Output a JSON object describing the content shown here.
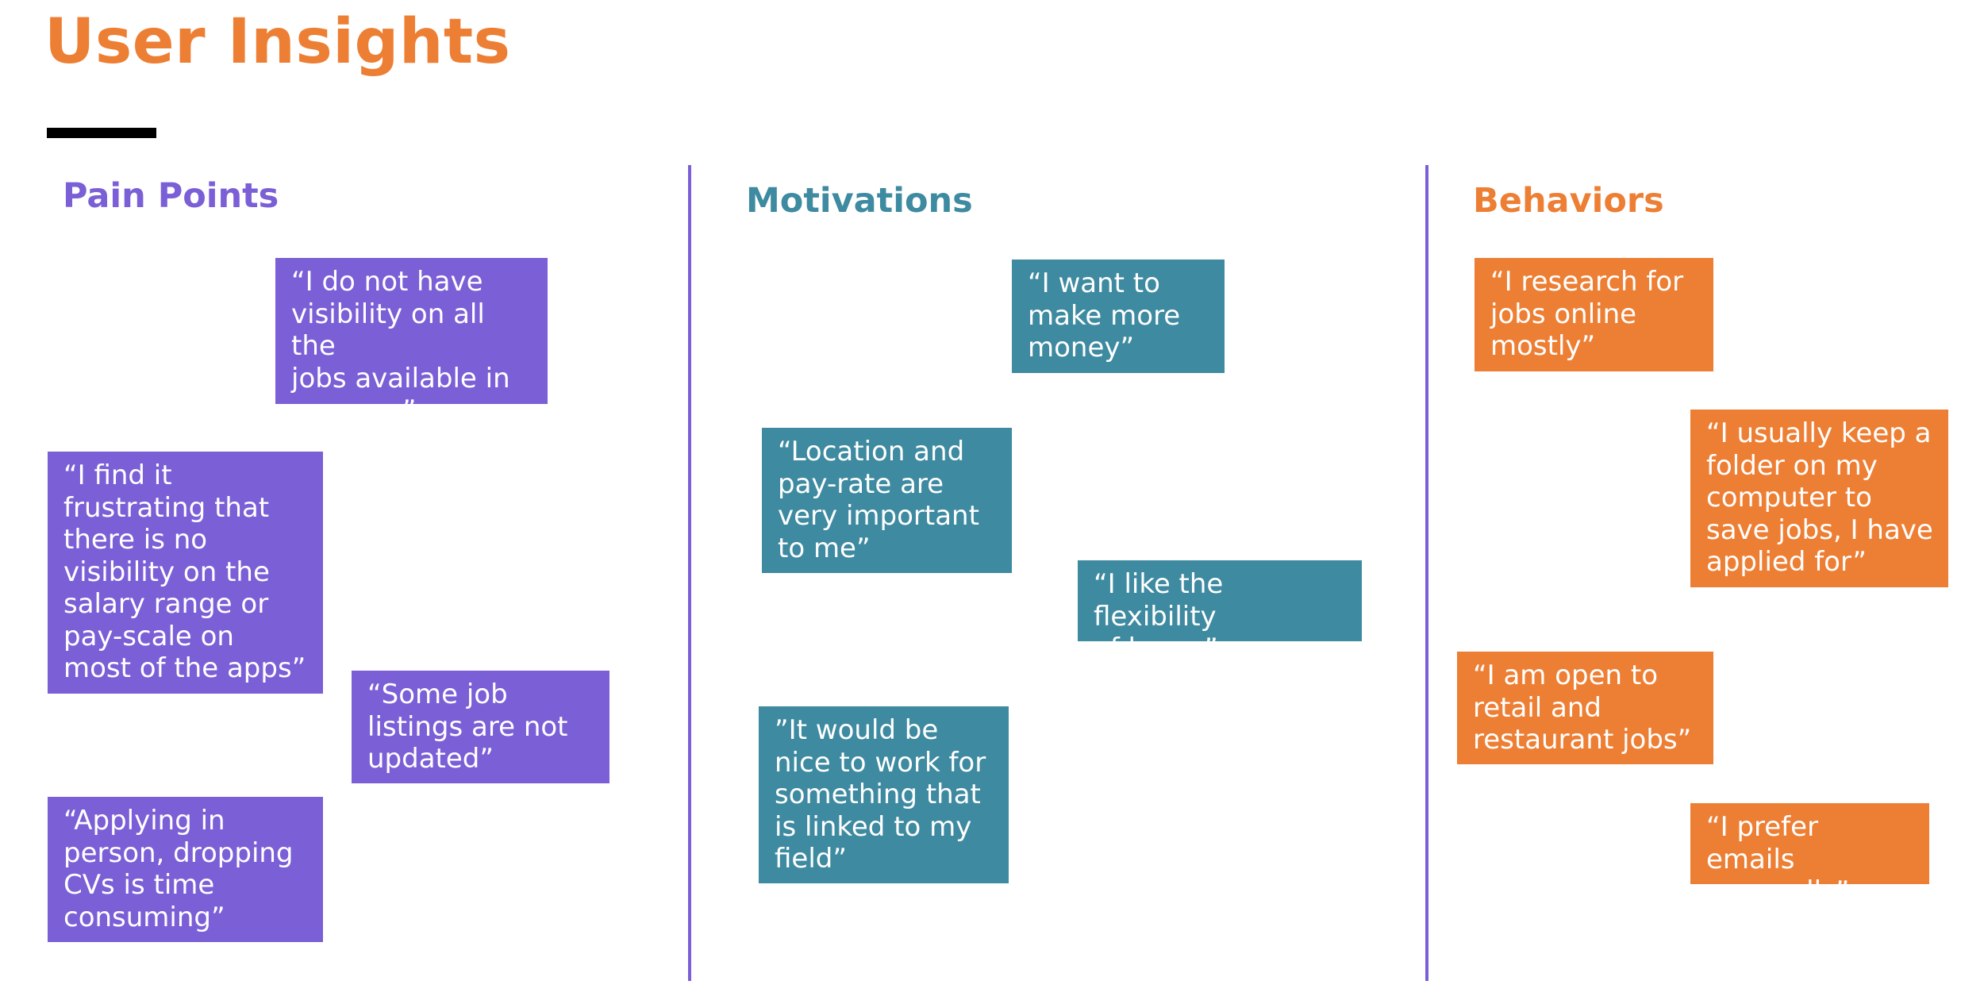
{
  "page": {
    "title": "User Insights",
    "colors": {
      "title": "#ed7f35",
      "rule": "#000000",
      "divider": "#7b5fd6"
    }
  },
  "columns": [
    {
      "heading": "Pain Points",
      "heading_color": "#7b5fd6",
      "note_color": "#7b5fd6",
      "notes": [
        "“I do not have\nvisibility on all the\njobs available in\nmy area”",
        "“I find it\nfrustrating that\nthere is no\nvisibility on the\nsalary range or\npay-scale on\nmost of the apps”",
        "“Some job\nlistings are not\nupdated”",
        "“Applying in\nperson, dropping\nCVs is time\nconsuming”"
      ]
    },
    {
      "heading": "Motivations",
      "heading_color": "#3e8aa0",
      "note_color": "#3e8aa0",
      "notes": [
        "“I want to\nmake more\nmoney”",
        "“Location and\npay-rate are\nvery important\nto me”",
        "“I like the flexibility\nof hours”",
        "”It would be\nnice to work for\nsomething that\nis linked to my\nfield”"
      ]
    },
    {
      "heading": "Behaviors",
      "heading_color": "#ed7f35",
      "note_color": "#ed7f35",
      "notes": [
        "“I research for\njobs online\nmostly”",
        "“I usually keep a\nfolder on my\ncomputer to\nsave jobs, I have\napplied for”",
        "“I am open to\nretail and\nrestaurant jobs”",
        "“I prefer emails\nover calls”"
      ]
    }
  ]
}
